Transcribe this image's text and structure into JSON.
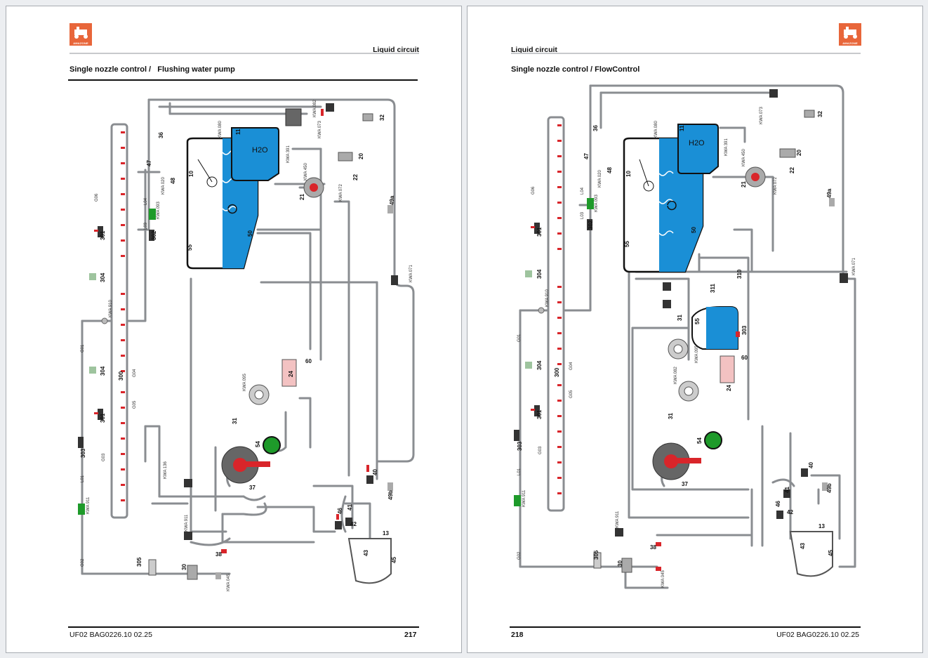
{
  "pages": [
    {
      "section": "Liquid circuit",
      "title": "Single nozzle control /   Flushing water pump",
      "footer_doc": "UF02  BAG0226.10  02.25",
      "page_number": "217",
      "logo_text": "AMAZONE"
    },
    {
      "section": "Liquid circuit",
      "title": "Single nozzle control / FlowControl",
      "footer_doc": "UF02  BAG0226.10  02.25",
      "page_number": "218",
      "logo_text": "AMAZONE"
    }
  ],
  "labels": {
    "water": "H2O",
    "tank_main": "10",
    "tank_flush": "11",
    "agitator": "50",
    "nozzle_cleaning": "55",
    "pump": "37",
    "pump_flush": "54",
    "filter": "24",
    "valve_21": "21",
    "valve_22": "22",
    "suction": "30",
    "pressure_sensor": "31",
    "flow_meter": "20",
    "gauge": "32",
    "valve_36": "36",
    "valve_38": "38",
    "valve_40": "40",
    "valve_41": "41",
    "valve_42": "42",
    "valve_43": "43",
    "valve_45": "45",
    "valve_46": "46",
    "valve_47": "47",
    "valve_48": "48",
    "valve_49a": "49a",
    "valve_49b": "49b",
    "valve_60": "60",
    "hopper": "13",
    "boom_300": "300",
    "boom_301": "301",
    "boom_302": "302",
    "boom_303": "303",
    "boom_304": "304",
    "boom_305": "305",
    "fc_310": "310",
    "fc_311": "311",
    "fc_303": "303",
    "g01": "G01",
    "g02": "G02",
    "g03": "G03",
    "g04": "G04",
    "g05": "G05",
    "g06": "G06",
    "l01": "L01",
    "l03": "L03",
    "l04": "L04",
    "kwa_910": "KWA 910",
    "kwa_020": "KWA 020",
    "kwa_093": "KWA 093",
    "kwa_911": "KWA 911",
    "kwa_071": "KWA 071",
    "kwa_072": "KWA 072",
    "kwa_073": "KWA 073",
    "kwa_045": "KWA 045",
    "kwa_136": "KWA 136",
    "kwa_450": "KWA 450",
    "kwa_391": "KWA 391",
    "kwa_095": "KWA 095",
    "kwa_082": "KWA 082",
    "kwa_080": "KWA 080"
  },
  "colors": {
    "water": "#1a8fd6",
    "pipe": "#8a8d91",
    "valve_red": "#d9252a",
    "pump_green": "#1e9a2a",
    "filter_red": "#e8a4a4",
    "logo": "#e8663a"
  }
}
